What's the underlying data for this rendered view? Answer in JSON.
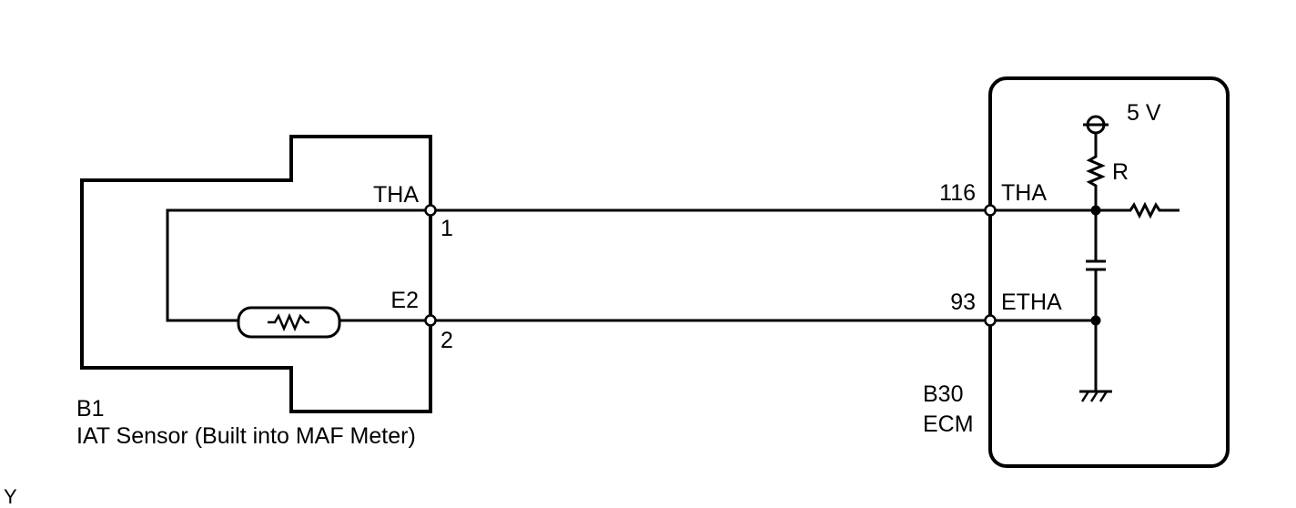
{
  "sensor": {
    "id": "B1",
    "name": "IAT Sensor (Built into MAF Meter)",
    "pins": [
      {
        "signal": "THA",
        "number": "1"
      },
      {
        "signal": "E2",
        "number": "2"
      }
    ]
  },
  "ecm": {
    "id": "B30",
    "name": "ECM",
    "pins": [
      {
        "signal": "THA",
        "number": "116"
      },
      {
        "signal": "ETHA",
        "number": "93"
      }
    ],
    "supply_label": "5 V",
    "resistor_label": "R"
  },
  "footer_mark": "Y"
}
